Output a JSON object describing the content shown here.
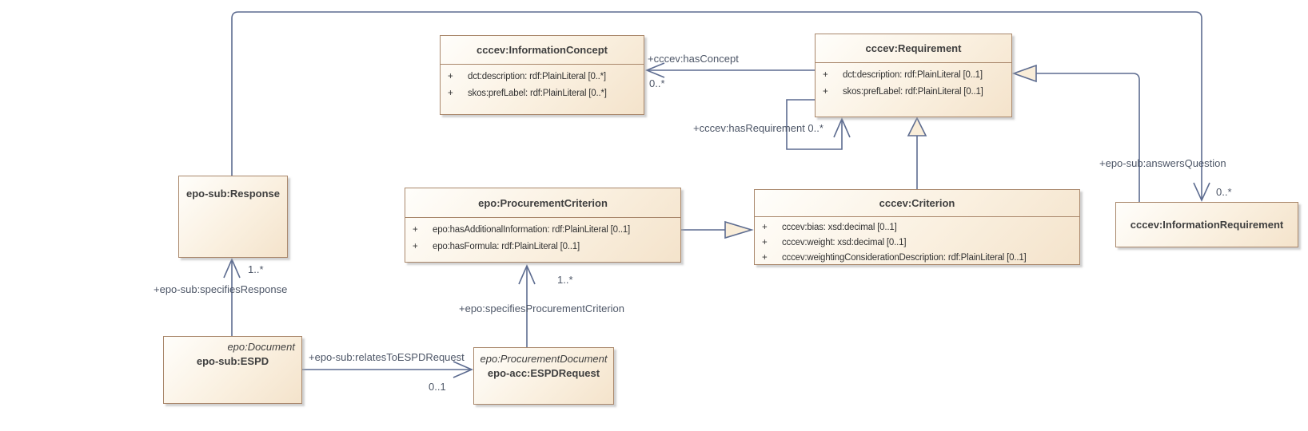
{
  "ui": {
    "visibility_public": "+"
  },
  "colors": {
    "connector_line": "#5d6c90",
    "box_border": "#a9876b",
    "box_fill": "#f7e9d4",
    "text": "#3f3f3f",
    "label_text": "#4d5667",
    "background": "#ffffff"
  },
  "classes": [
    {
      "id": "information-concept",
      "title": "cccev:InformationConcept",
      "attributes": [
        "dct:description: rdf:PlainLiteral [0..*]",
        "skos:prefLabel: rdf:PlainLiteral [0..*]"
      ]
    },
    {
      "id": "requirement",
      "title": "cccev:Requirement",
      "attributes": [
        "dct:description: rdf:PlainLiteral [0..1]",
        "skos:prefLabel: rdf:PlainLiteral [0..1]"
      ]
    },
    {
      "id": "response",
      "title": "epo-sub:Response",
      "attributes": []
    },
    {
      "id": "procurement-criterion",
      "title": "epo:ProcurementCriterion",
      "attributes": [
        "epo:hasAdditionalInformation: rdf:PlainLiteral [0..1]",
        "epo:hasFormula: rdf:PlainLiteral [0..1]"
      ]
    },
    {
      "id": "criterion",
      "title": "cccev:Criterion",
      "attributes": [
        "cccev:bias: xsd:decimal [0..1]",
        "cccev:weight: xsd:decimal [0..1]",
        "cccev:weightingConsiderationDescription: rdf:PlainLiteral [0..1]"
      ]
    },
    {
      "id": "information-requirement",
      "title": "cccev:InformationRequirement",
      "attributes": []
    },
    {
      "id": "espd",
      "stereotype": "epo:Document",
      "title": "epo-sub:ESPD",
      "attributes": []
    },
    {
      "id": "espd-request",
      "stereotype": "epo:ProcurementDocument",
      "title": "epo-acc:ESPDRequest",
      "attributes": []
    }
  ],
  "edges": {
    "has_concept": {
      "label": "+cccev:hasConcept",
      "multiplicity": "0..*",
      "from": "cccev:Requirement",
      "to": "cccev:InformationConcept"
    },
    "has_requirement": {
      "label": "+cccev:hasRequirement 0..*",
      "from": "cccev:Requirement",
      "to": "cccev:Requirement"
    },
    "answers_question": {
      "label": "+epo-sub:answersQuestion",
      "multiplicity": "0..*",
      "from": "epo-sub:Response",
      "to": "cccev:InformationRequirement"
    },
    "specifies_response": {
      "label": "+epo-sub:specifiesResponse",
      "multiplicity": "1..*",
      "from": "epo-sub:ESPD",
      "to": "epo-sub:Response"
    },
    "relates_to_espd_request": {
      "label": "+epo-sub:relatesToESPDRequest",
      "multiplicity": "0..1",
      "from": "epo-sub:ESPD",
      "to": "epo-acc:ESPDRequest"
    },
    "specifies_procurement_criterion": {
      "label": "+epo:specifiesProcurementCriterion",
      "multiplicity": "1..*",
      "from": "epo-acc:ESPDRequest",
      "to": "epo:ProcurementCriterion"
    }
  },
  "generalizations": [
    {
      "from": "cccev:Criterion",
      "to": "cccev:Requirement"
    },
    {
      "from": "epo:ProcurementCriterion",
      "to": "cccev:Criterion"
    },
    {
      "from": "cccev:InformationRequirement",
      "to": "cccev:Requirement"
    }
  ]
}
